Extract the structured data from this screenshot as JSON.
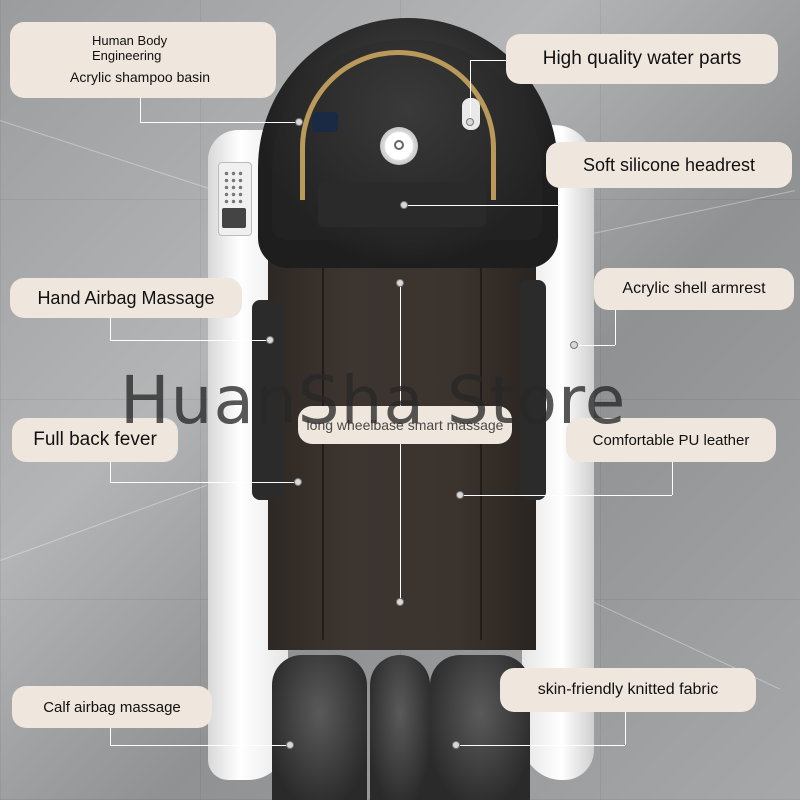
{
  "watermark": "HuanSha Store",
  "labels": {
    "human_body_1": "Human Body",
    "human_body_2": "Engineering",
    "acrylic_basin": "Acrylic shampoo basin",
    "water_parts": "High quality water parts",
    "headrest": "Soft silicone headrest",
    "hand_airbag": "Hand Airbag Massage",
    "armrest": "Acrylic shell armrest",
    "back_fever": "Full back fever",
    "wheelbase": "long wheelbase smart massage",
    "pu_leather": "Comfortable PU leather",
    "calf_airbag": "Calf airbag massage",
    "knitted_fabric": "skin-friendly knitted fabric"
  },
  "colors": {
    "label_bg": "#efe6dd",
    "leader_line": "#ffffff",
    "gold_pipe": "#b99a5a"
  }
}
